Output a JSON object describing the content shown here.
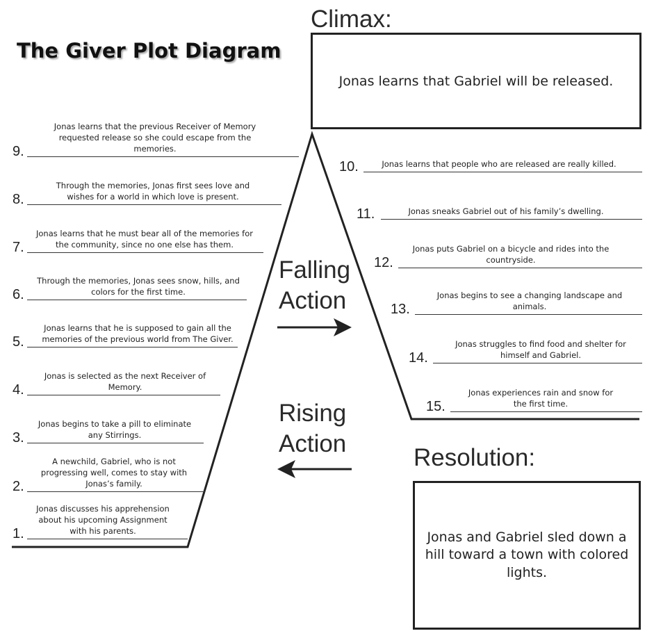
{
  "title": "The Giver Plot Diagram",
  "climax": {
    "heading": "Climax:",
    "text": "Jonas learns that Gabriel will be released."
  },
  "resolution": {
    "heading": "Resolution:",
    "text": "Jonas and Gabriel sled down a hill toward a town with colored lights."
  },
  "falling_action": {
    "line1": "Falling",
    "line2": "Action"
  },
  "rising_action": {
    "line1": "Rising",
    "line2": "Action"
  },
  "events": [
    {
      "number": "1.",
      "text": "Jonas discusses his apprehension about his upcoming Assignment with his parents."
    },
    {
      "number": "2.",
      "text": "A newchild, Gabriel, who is not progressing well, comes to stay with Jonas’s family."
    },
    {
      "number": "3.",
      "text": "Jonas begins to take a pill to eliminate any Stirrings."
    },
    {
      "number": "4.",
      "text": "Jonas is selected as the next Receiver of Memory."
    },
    {
      "number": "5.",
      "text": "Jonas learns that he is supposed to gain all the memories of the previous world from The Giver."
    },
    {
      "number": "6.",
      "text": "Through the memories, Jonas sees snow, hills, and colors for the first time."
    },
    {
      "number": "7.",
      "text": "Jonas learns that he must bear all of the memories for the community, since no one else has them."
    },
    {
      "number": "8.",
      "text": "Through the memories, Jonas first sees love and wishes for a world in which love is present."
    },
    {
      "number": "9.",
      "text": "Jonas learns that the previous Receiver of Memory requested release so she could escape from the memories."
    },
    {
      "number": "10.",
      "text": "Jonas learns that people who are released are really killed."
    },
    {
      "number": "11.",
      "text": "Jonas sneaks Gabriel out of his family’s dwelling."
    },
    {
      "number": "12.",
      "text": "Jonas puts Gabriel on a bicycle and rides into the countryside."
    },
    {
      "number": "13.",
      "text": "Jonas begins to see a changing landscape and animals."
    },
    {
      "number": "14.",
      "text": "Jonas struggles to find food and shelter for himself and Gabriel."
    },
    {
      "number": "15.",
      "text": "Jonas experiences rain and snow for the first time."
    }
  ]
}
